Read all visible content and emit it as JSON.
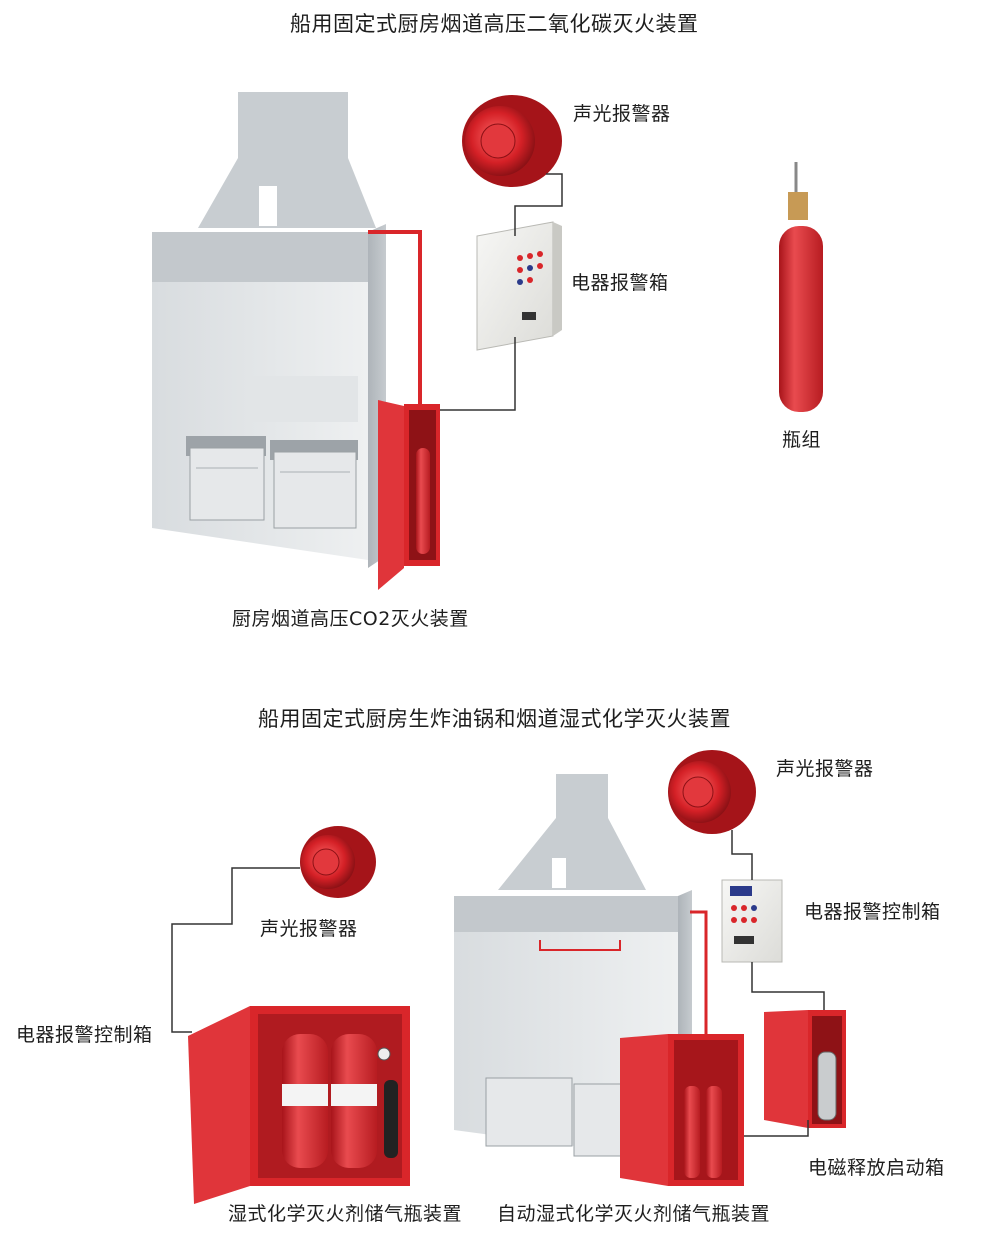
{
  "section1": {
    "title": "船用固定式厨房烟道高压二氧化碳灭火装置",
    "labels": {
      "alarm": "声光报警器",
      "electric_alarm_box": "电器报警箱",
      "cylinder_group": "瓶组",
      "device": "厨房烟道高压CO2灭火装置"
    }
  },
  "section2": {
    "title": "船用固定式厨房生炸油锅和烟道湿式化学灭火装置",
    "labels": {
      "alarm_left": "声光报警器",
      "control_box_left": "电器报警控制箱",
      "wet_storage": "湿式化学灭火剂储气瓶装置",
      "alarm_right": "声光报警器",
      "control_box_right": "电器报警控制箱",
      "auto_wet_storage": "自动湿式化学灭火剂储气瓶装置",
      "solenoid_box": "电磁释放启动箱"
    }
  },
  "colors": {
    "red": "#d9262a",
    "dark_red": "#9e1418",
    "steel_gray": "#c7ccd0",
    "line": "#333333"
  }
}
